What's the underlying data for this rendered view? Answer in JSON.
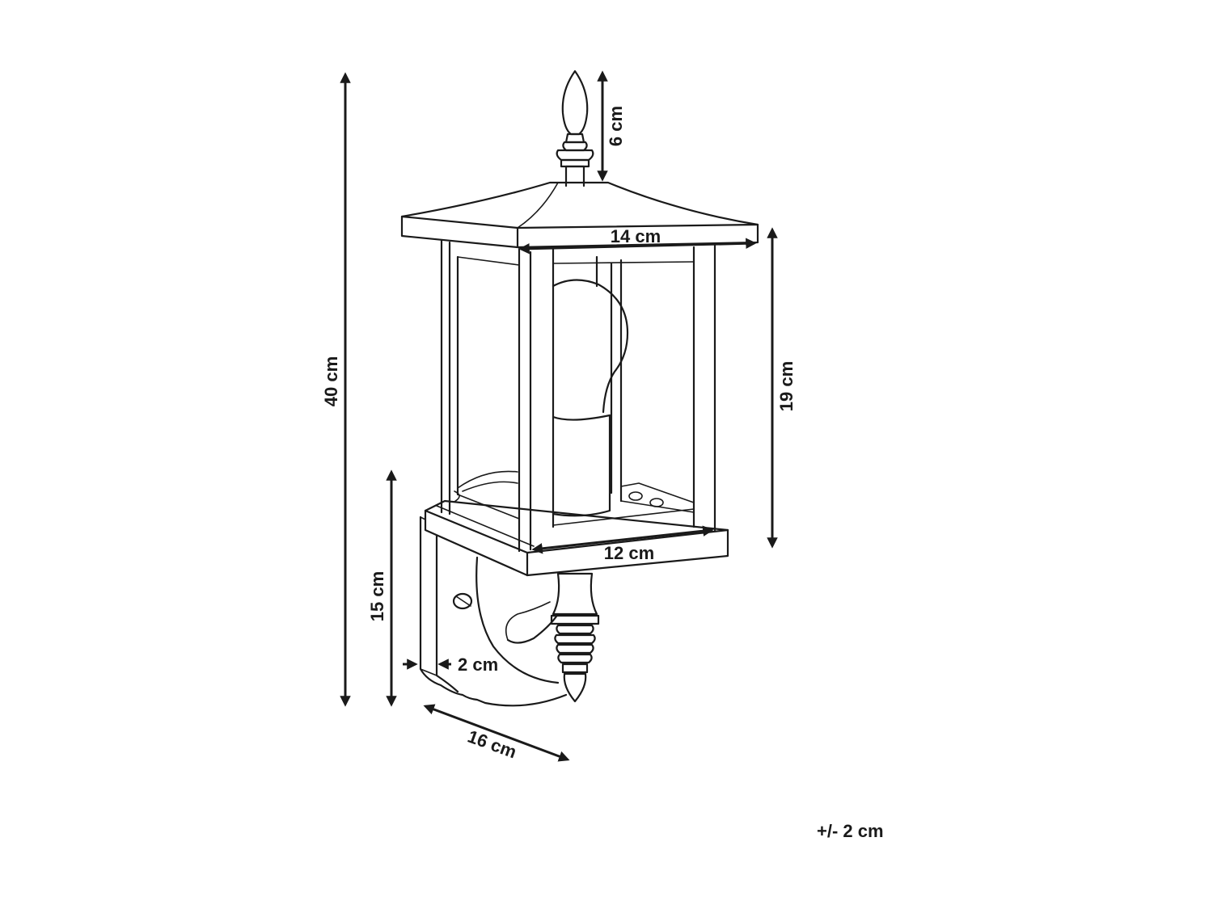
{
  "dimensions": {
    "total_height": "40 cm",
    "finial_height": "6 cm",
    "roof_width": "14 cm",
    "body_height": "19 cm",
    "base_width": "12 cm",
    "bracket_height": "15 cm",
    "wall_plate_depth": "2 cm",
    "projection_depth": "16 cm"
  },
  "tolerance": "+/- 2 cm",
  "colors": {
    "line": "#1a1a1a",
    "background": "#ffffff"
  }
}
